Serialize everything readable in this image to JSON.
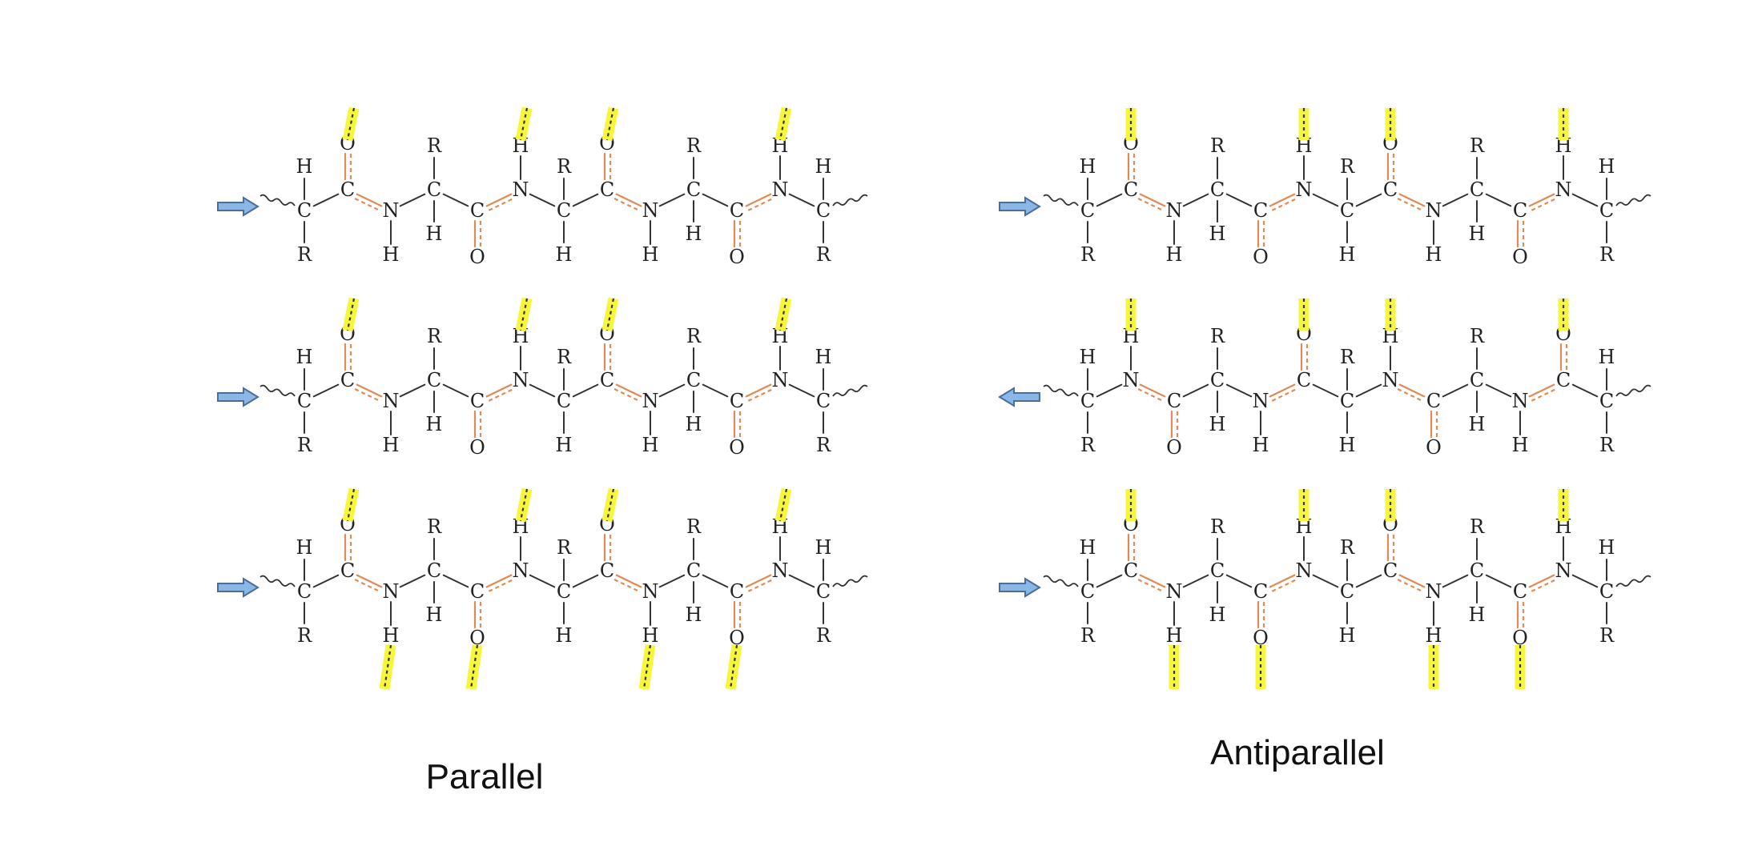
{
  "panels": [
    {
      "id": "parallel",
      "caption": "Parallel",
      "strand_directions": [
        "right",
        "right",
        "right"
      ]
    },
    {
      "id": "antiparallel",
      "caption": "Antiparallel",
      "strand_directions": [
        "right",
        "left",
        "right"
      ]
    }
  ],
  "atom_labels": {
    "carbon": "C",
    "nitrogen": "N",
    "oxygen": "O",
    "hydrogen": "H",
    "side_chain": "R"
  },
  "colors": {
    "peptide_bond": "#e08a55",
    "hydrogen_bond_highlight": "#f6f63a",
    "direction_arrow": "#8ab7e6"
  },
  "icons": {
    "direction_arrow": "block-arrow-icon",
    "chain_continuation": "wavy-line-icon"
  }
}
